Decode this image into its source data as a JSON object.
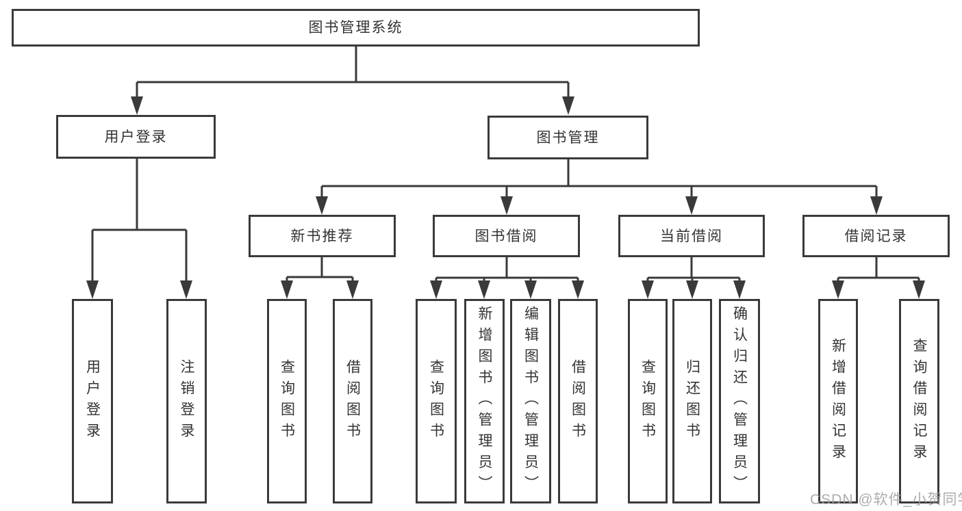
{
  "diagram": {
    "root_label": "图书管理系统",
    "left_branch": {
      "label": "用户登录",
      "leaves": [
        "用户登录",
        "注销登录"
      ]
    },
    "right_branch": {
      "label": "图书管理",
      "groups": [
        {
          "label": "新书推荐",
          "leaves": [
            "查询图书",
            "借阅图书"
          ]
        },
        {
          "label": "图书借阅",
          "leaves": [
            "查询图书",
            "新增图书（管理员）",
            "编辑图书（管理员）",
            "借阅图书"
          ]
        },
        {
          "label": "当前借阅",
          "leaves": [
            "查询图书",
            "归还图书",
            "确认归还（管理员）"
          ]
        },
        {
          "label": "借阅记录",
          "leaves": [
            "新增借阅记录",
            "查询借阅记录"
          ]
        }
      ]
    }
  },
  "watermark": {
    "text": "CSDN @软件_小贺同学"
  },
  "colors": {
    "stroke": "#3a3a3a",
    "box_fill": "#ffffff",
    "text": "#333333",
    "background": "#ffffff"
  }
}
